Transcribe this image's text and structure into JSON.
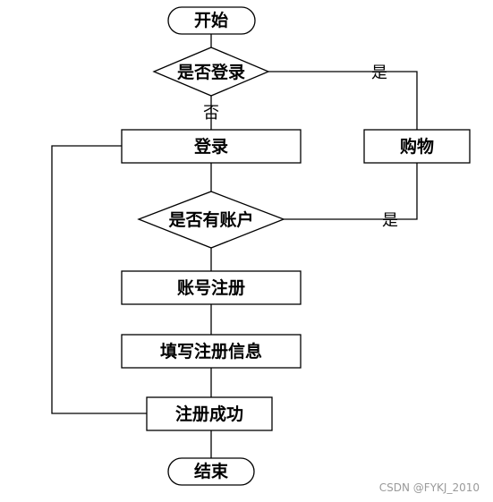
{
  "nodes": {
    "start": "开始",
    "is_logged_in": "是否登录",
    "login": "登录",
    "shopping": "购物",
    "has_account": "是否有账户",
    "register_account": "账号注册",
    "fill_info": "填写注册信息",
    "register_success": "注册成功",
    "end": "结束"
  },
  "edge_labels": {
    "logged_in_yes": "是",
    "logged_in_no": "否",
    "has_account_yes": "是"
  },
  "watermark": "CSDN @FYKJ_2010"
}
